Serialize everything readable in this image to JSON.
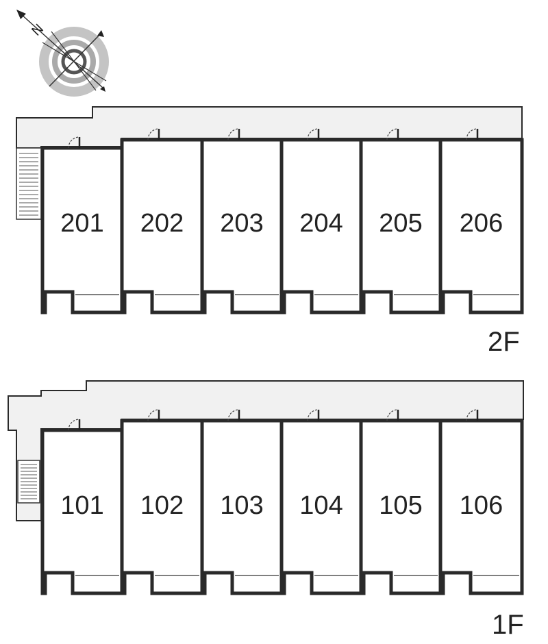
{
  "compass": {
    "north_label": "N",
    "icon": "compass-icon"
  },
  "colors": {
    "wall": "#2a2a2a",
    "corridor": "#f1f1f1",
    "room": "#ffffff",
    "ring": "#c8c8c8"
  },
  "floors": [
    {
      "id": "2f",
      "label": "2F",
      "units": [
        "201",
        "202",
        "203",
        "204",
        "205",
        "206"
      ]
    },
    {
      "id": "1f",
      "label": "1F",
      "units": [
        "101",
        "102",
        "103",
        "104",
        "105",
        "106"
      ]
    }
  ]
}
